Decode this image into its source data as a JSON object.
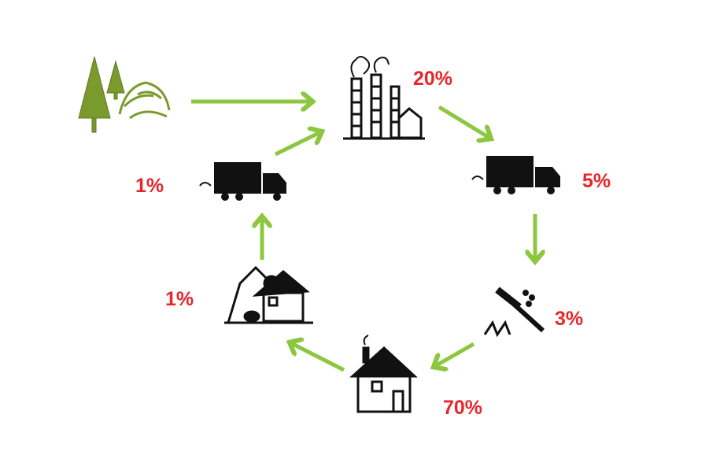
{
  "colors": {
    "arrow": "#8dc63f",
    "percent": "#e8262a",
    "forest": "#7a9a2e",
    "icon": "#111111"
  },
  "stages": [
    {
      "id": "forest",
      "icon": "forest-icon"
    },
    {
      "id": "factory",
      "icon": "factory-icon",
      "percent": "20%"
    },
    {
      "id": "transport-out",
      "icon": "truck-icon",
      "percent": "5%"
    },
    {
      "id": "construction",
      "icon": "hammer-icon",
      "percent": "3%"
    },
    {
      "id": "house-use",
      "icon": "house-icon",
      "percent": "70%"
    },
    {
      "id": "demolition",
      "icon": "demolition-icon",
      "percent": "1%"
    },
    {
      "id": "transport-back",
      "icon": "truck-icon",
      "percent": "1%"
    }
  ]
}
